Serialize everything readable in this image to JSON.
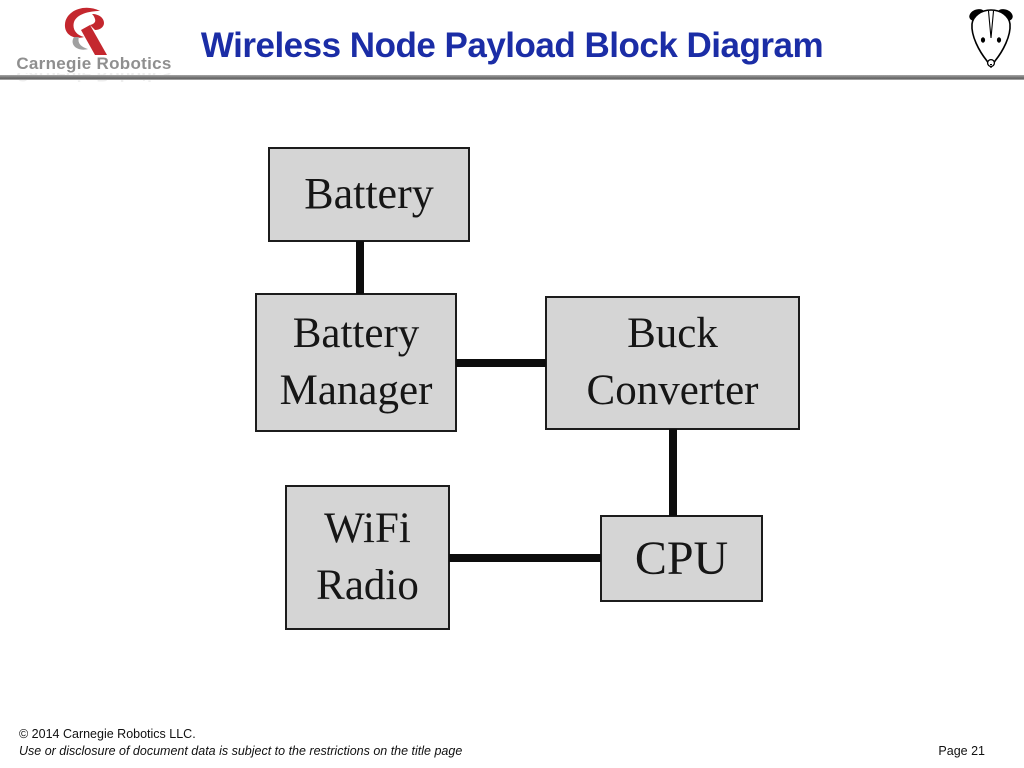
{
  "header": {
    "brand": {
      "name": "Carnegie Robotics",
      "monogram": "CR"
    },
    "title": "Wireless Node Payload Block Diagram",
    "mascot": "opossum-head-drawing"
  },
  "diagram": {
    "nodes": [
      {
        "id": "battery",
        "lines": [
          "Battery"
        ]
      },
      {
        "id": "battery-manager",
        "lines": [
          "Battery",
          "Manager"
        ]
      },
      {
        "id": "buck-converter",
        "lines": [
          "Buck",
          "Converter"
        ]
      },
      {
        "id": "wifi-radio",
        "lines": [
          "WiFi",
          "Radio"
        ]
      },
      {
        "id": "cpu",
        "lines": [
          "CPU"
        ]
      }
    ],
    "edges": [
      {
        "from": "battery",
        "to": "battery-manager",
        "orientation": "vertical"
      },
      {
        "from": "battery-manager",
        "to": "buck-converter",
        "orientation": "horizontal"
      },
      {
        "from": "buck-converter",
        "to": "cpu",
        "orientation": "vertical"
      },
      {
        "from": "wifi-radio",
        "to": "cpu",
        "orientation": "horizontal"
      }
    ]
  },
  "footer": {
    "copyright": "© 2014 Carnegie Robotics LLC.",
    "disclaimer": "Use or disclosure of document data is subject to the restrictions on the title page",
    "page": "Page 21"
  },
  "colors": {
    "title_blue": "#1b2da6",
    "box_fill": "#d5d5d5",
    "box_border": "#1c1c1c",
    "connector": "#0d0d0d",
    "brand_red": "#c4272e",
    "brand_gray": "#8f8f8f",
    "divider_gray": "#6f6f6f"
  }
}
